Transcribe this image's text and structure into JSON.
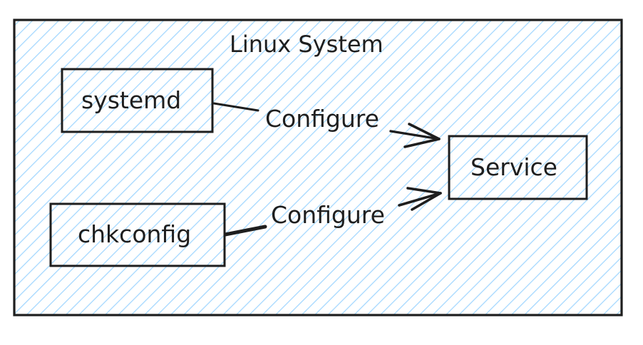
{
  "container": {
    "label": "Linux System",
    "fill_color": "#a5d8ff",
    "stroke_color": "#1e1e1e"
  },
  "nodes": [
    {
      "id": "systemd",
      "label": "systemd"
    },
    {
      "id": "chkconfig",
      "label": "chkconfig"
    },
    {
      "id": "service",
      "label": "Service"
    }
  ],
  "edges": [
    {
      "from": "systemd",
      "to": "service",
      "label": "Configure"
    },
    {
      "from": "chkconfig",
      "to": "service",
      "label": "Configure"
    }
  ]
}
